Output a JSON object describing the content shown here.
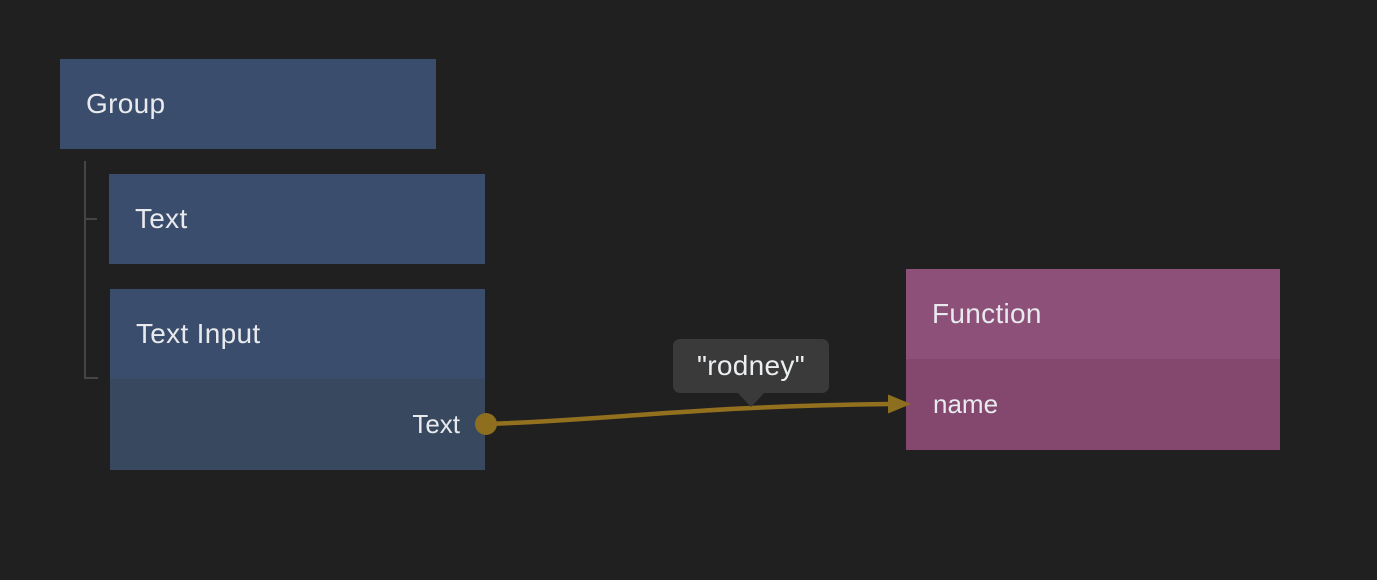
{
  "canvas": {
    "background_color": "#202021"
  },
  "nodes": {
    "group": {
      "title": "Group"
    },
    "text": {
      "title": "Text"
    },
    "text_input": {
      "title": "Text Input",
      "output_port_label": "Text"
    },
    "function": {
      "title": "Function",
      "input_port_label": "name"
    }
  },
  "connection": {
    "tooltip_text": "\"rodney\""
  },
  "colors": {
    "node_blue_header": "#3b4d6c",
    "node_blue_body": "#37485f",
    "node_purple_header": "#8d5078",
    "node_purple_body": "#84486e",
    "wire_gold": "#92701e",
    "tree_line_gray": "#454545",
    "tooltip_background": "#3a3a3a",
    "text": "#e8eaed"
  }
}
